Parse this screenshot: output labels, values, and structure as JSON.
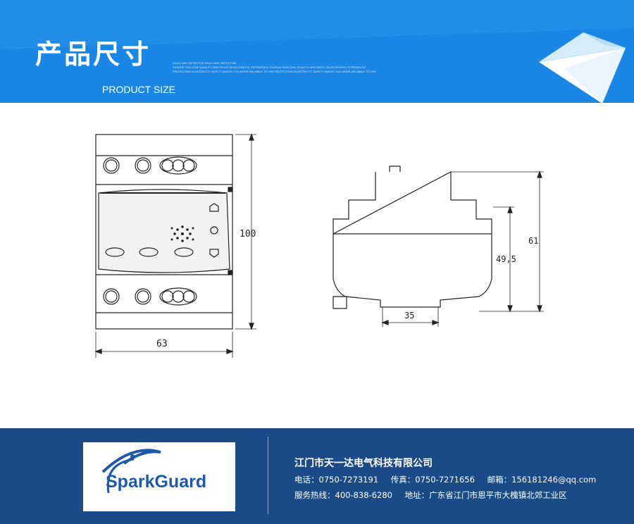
{
  "header": {
    "title_cn": "产品尺寸",
    "title_en": "PRODUCT SIZE",
    "fine_print": [
      "FAULT ARC DETECTOR FAULT ARC DETECTOR",
      "PURSUE HIGH-END QUALITY AND ENJOY AN AUTHENTIC EXPERIENCE PURSUE HIGH-END QUALITY AND ENJOY AN AUTHENTIC EXPERIENCE",
      "PROTECTING ELECTRICITY SAFETY MAKES YOU MORE RELIABLE TO USE PROTECTING ELECTRICITY SAFETY MAKES YOU MORE RELIABLE TO USE"
    ],
    "colors": {
      "banner_blue": "#1a87e6",
      "dark_blue": "#0c5fb8"
    }
  },
  "drawing": {
    "front_height": "100",
    "front_width": "63",
    "side_height_total": "61",
    "side_height_body": "49,5",
    "rail_width": "35"
  },
  "footer": {
    "logo_text": "SparkGuard",
    "company": "江门市天一达电气科技有限公司",
    "phone": "电话：0750-7273191",
    "fax": "传真：0750-7271656",
    "email": "邮箱：156181246@qq.com",
    "hotline": "服务热线：400-838-6280",
    "address": "地址：广东省江门市恩平市大槐镇北郊工业区",
    "colors": {
      "background": "#1a4b86",
      "logo_blue": "#1d5aa8"
    }
  }
}
